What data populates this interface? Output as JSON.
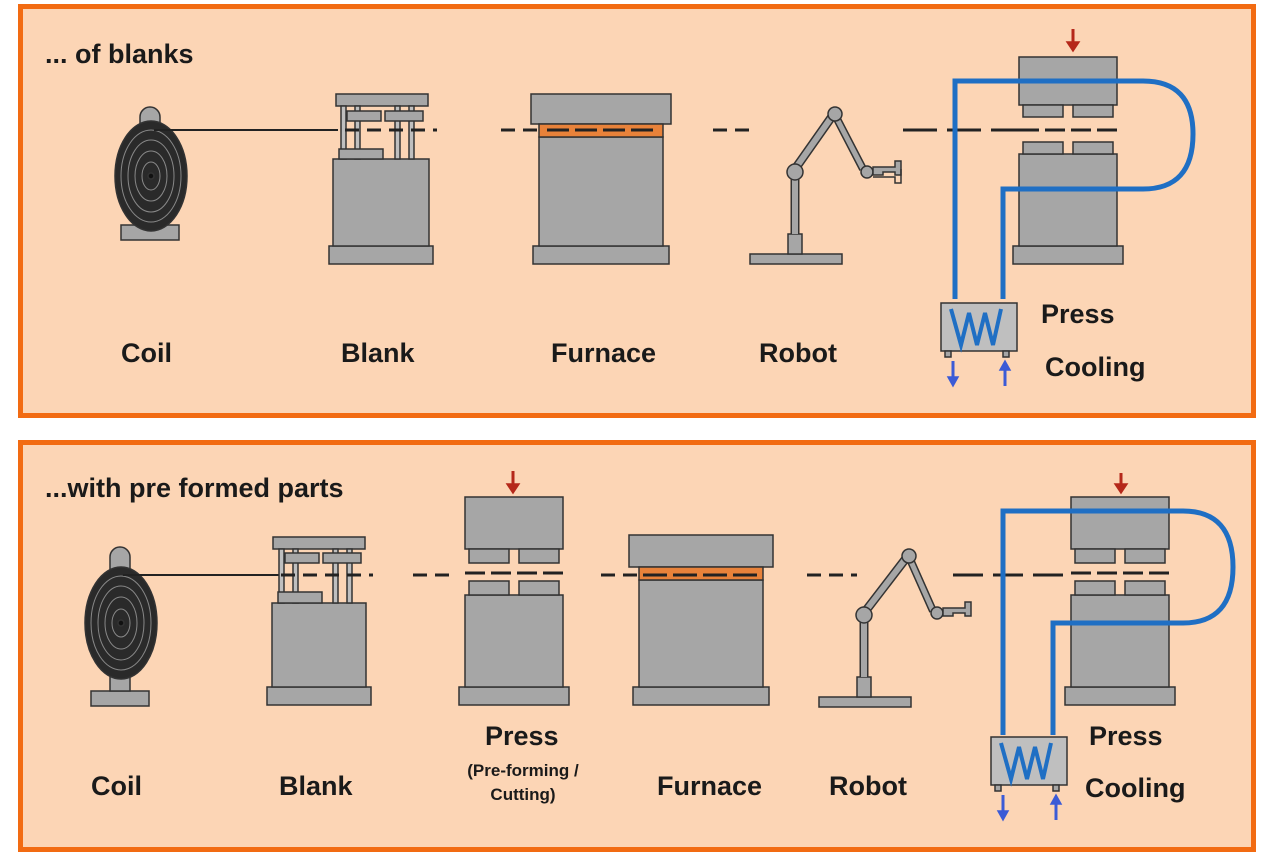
{
  "panels": [
    {
      "title": "... of blanks",
      "labels": {
        "coil": "Coil",
        "blank": "Blank",
        "furnace": "Furnace",
        "robot": "Robot",
        "press": "Press",
        "cooling": "Cooling"
      }
    },
    {
      "title": "...with pre formed parts",
      "labels": {
        "coil": "Coil",
        "blank": "Blank",
        "press_pre": "Press",
        "press_pre_note": "(Pre-forming /\nCutting)",
        "furnace": "Furnace",
        "robot": "Robot",
        "press": "Press",
        "cooling": "Cooling"
      }
    }
  ],
  "colors": {
    "panel_bg": "#fcd5b5",
    "panel_border": "#f26b12",
    "machine": "#a6a6a6",
    "cooling_pipe": "#1f6fc4",
    "force_arrow": "#b5281a",
    "flow_arrow": "#3b5bd6",
    "heated_blank": "#e8823a"
  },
  "icons": [
    "coil-icon",
    "blanking-press-icon",
    "furnace-icon",
    "robot-arm-icon",
    "press-icon",
    "cooling-unit-icon",
    "force-arrow-icon",
    "coolant-arrow-icon"
  ]
}
